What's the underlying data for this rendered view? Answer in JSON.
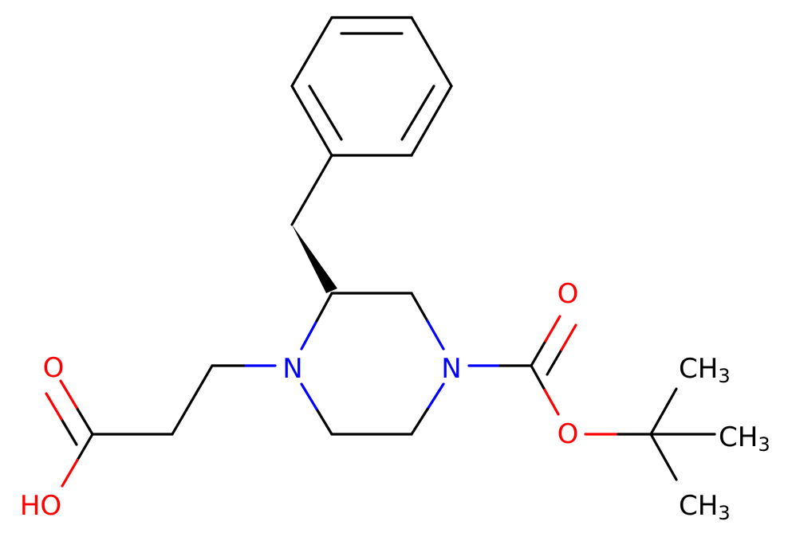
{
  "colors": {
    "carbon": "#000000",
    "nitrogen": "#0000ff",
    "oxygen": "#ff0000",
    "background": "#ffffff"
  },
  "labels": {
    "n1": "N",
    "n4": "N",
    "o_carbonyl_acid": "O",
    "o_hydroxyl": "HO",
    "o_carbonyl_boc": "O",
    "o_ester": "O",
    "ch3_top": {
      "main": "CH",
      "sub": "3"
    },
    "ch3_right": {
      "main": "CH",
      "sub": "3"
    },
    "ch3_bottom": {
      "main": "CH",
      "sub": "3"
    }
  }
}
